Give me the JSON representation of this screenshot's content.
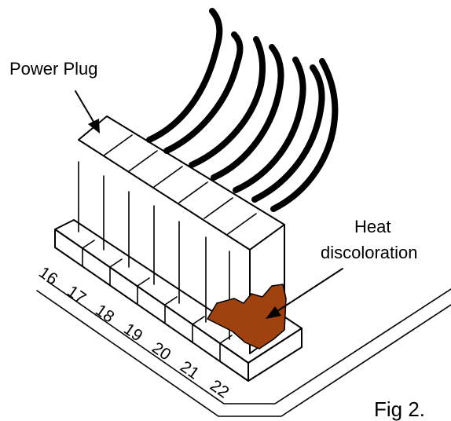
{
  "labels": {
    "power_plug": "Power Plug",
    "heat_line1": "Heat",
    "heat_line2": "discoloration",
    "figure": "Fig 2."
  },
  "pin_numbers": [
    "16",
    "17",
    "18",
    "19",
    "20",
    "21",
    "22"
  ],
  "colors": {
    "heat_discoloration": "#a0420f",
    "line": "#000000",
    "background": "#ffffff"
  }
}
